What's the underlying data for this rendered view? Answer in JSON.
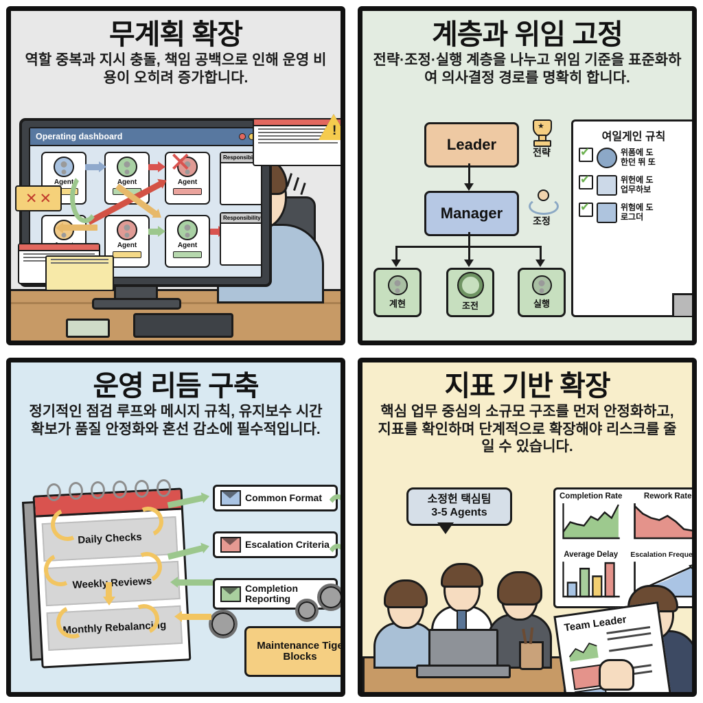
{
  "panels": {
    "unplanned_expansion": {
      "title": "무계획 확장",
      "subtitle": "역할 중복과 지시 충돌, 책임 공백으로 인해 운영 비용이 오히려 증가합니다.",
      "dashboard_title": "Operating dashboard",
      "agent_label": "Agent",
      "responsibility_label_1": "Responsibili",
      "responsibility_label_2": "Responsibility",
      "agents": [
        {
          "id": "a1",
          "color": "#a8c2e0"
        },
        {
          "id": "a2",
          "color": "#a9d1a4"
        },
        {
          "id": "a3",
          "color": "#e09b95"
        },
        {
          "id": "a4",
          "color": "#f0c987"
        },
        {
          "id": "a5",
          "color": "#e09b95"
        },
        {
          "id": "a6",
          "color": "#a9d1a4"
        }
      ],
      "x_mark": "✕",
      "warning_glyph": "!"
    },
    "hierarchy_delegation": {
      "title": "계층과 위임 고정",
      "subtitle": "전략·조정·실행 계층을 나누고 위임 기준을 표준화하여 의사결정 경로를 명확히 합니다.",
      "leader_label": "Leader",
      "manager_label": "Manager",
      "leader_side_label": "전략",
      "manager_side_label": "조정",
      "leaves": [
        {
          "label": "계현",
          "icon": "user-icon"
        },
        {
          "label": "조전",
          "icon": "gear-icon"
        },
        {
          "label": "실행",
          "icon": "user-icon"
        }
      ],
      "rules_card": {
        "heading": "여일게인 규칙",
        "items": [
          {
            "icon": "person-handoff-icon",
            "line1": "위폼에 도",
            "line2": "한던 뛰 또"
          },
          {
            "icon": "clipboard-check-icon",
            "line1": "위헌에 도",
            "line2": "업무하보"
          },
          {
            "icon": "document-pencil-icon",
            "line1": "위험에 도",
            "line2": "로그더"
          }
        ]
      }
    },
    "operating_rhythm": {
      "title": "운영 리듬 구축",
      "subtitle": "정기적인 점검 루프와 메시지 규칙, 유지보수 시간 확보가 품질 안정화와 혼선 감소에 필수적입니다.",
      "calendar_rows": [
        "Daily Checks",
        "Weekly Reviews",
        "Monthly Rebalancing"
      ],
      "messages": [
        {
          "label": "Common Format",
          "envelope_color": "#aac4e4"
        },
        {
          "label": "Escalation Criteria",
          "envelope_color": "#e69a92"
        },
        {
          "label": "Completion Reporting",
          "envelope_color": "#a9cf9f"
        }
      ],
      "maintenance_label": "Maintenance Tige Blocks"
    },
    "metric_based_scaling": {
      "title": "지표 기반 확장",
      "subtitle": "핵심 업무 중심의 소규모 구조를 먼저 안정화하고, 지표를 확인하며 단계적으로 확장해야 리스크를 줄일 수 있습니다.",
      "team_bubble_line1": "소정헌 택심팀",
      "team_bubble_line2": "3-5 Agents",
      "document_title": "Team Leader"
    }
  },
  "chart_data": [
    {
      "type": "area",
      "title": "Completion Rate",
      "x": [
        0,
        1,
        2,
        3,
        4,
        5,
        6,
        7,
        8
      ],
      "values": [
        18,
        42,
        38,
        36,
        55,
        48,
        62,
        52,
        88
      ],
      "color": "#9dc98e",
      "xlabel": "",
      "ylabel": "",
      "ylim": [
        0,
        100
      ],
      "grid": false,
      "legend": "none"
    },
    {
      "type": "area",
      "title": "Rework Rate",
      "x": [
        0,
        1,
        2,
        3,
        4,
        5,
        6,
        7,
        8
      ],
      "values": [
        88,
        72,
        62,
        58,
        68,
        55,
        34,
        30,
        29
      ],
      "color": "#e4938b",
      "xlabel": "",
      "ylabel": "",
      "ylim": [
        0,
        100
      ],
      "grid": false,
      "legend": "none"
    },
    {
      "type": "bar",
      "title": "Average Delay",
      "categories": [
        "1",
        "2",
        "3",
        "4"
      ],
      "values": [
        38,
        72,
        52,
        92
      ],
      "colors": [
        "#a8c4e4",
        "#a7cf9c",
        "#f2cf72",
        "#e4938b"
      ],
      "xlabel": "",
      "ylabel": "",
      "ylim": [
        0,
        100
      ],
      "grid": false,
      "legend": "none"
    },
    {
      "type": "area",
      "title": "Escalation Frequency",
      "x": [
        0,
        1,
        2
      ],
      "values": [
        10,
        40,
        95
      ],
      "color": "#aac4e4",
      "annotation": "upward-arrow",
      "xlabel": "",
      "ylabel": "",
      "ylim": [
        0,
        100
      ],
      "grid": false,
      "legend": "none"
    },
    {
      "type": "area",
      "title": "Team Leader report thumbnail",
      "x": [
        0,
        1,
        2,
        3,
        4
      ],
      "values": [
        20,
        55,
        35,
        70,
        60
      ],
      "color": "#9dc98e",
      "xlabel": "",
      "ylabel": "",
      "ylim": [
        0,
        100
      ],
      "grid": false,
      "legend": "none"
    }
  ],
  "colors": {
    "panel1_bg": "#e8e8e8",
    "panel2_bg": "#e3ece1",
    "panel3_bg": "#d9e9f2",
    "panel4_bg": "#f8eecb",
    "outline": "#111111",
    "leader": "#eec9a3",
    "manager": "#b6c8e4",
    "leaf": "#c7dfbf",
    "accent_red": "#d9534f",
    "accent_yellow": "#f5cf82",
    "accent_green": "#9cc78d"
  }
}
